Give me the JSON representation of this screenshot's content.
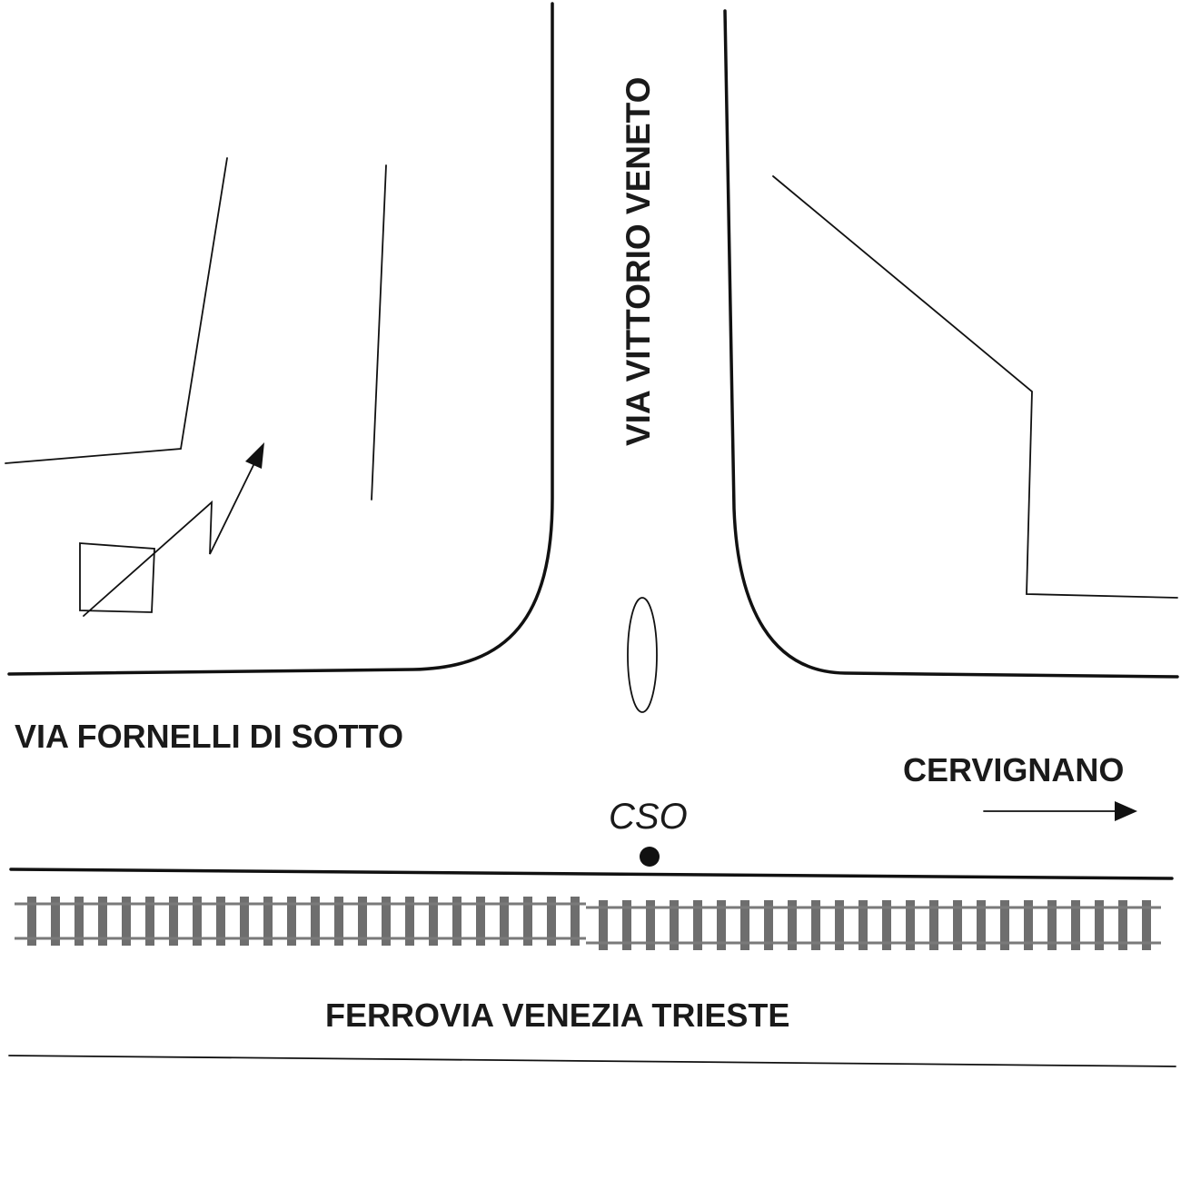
{
  "labels": {
    "via_vittorio_veneto": "VIA VITTORIO VENETO",
    "via_fornelli_di_sotto": "VIA FORNELLI DI SOTTO",
    "cervignano": "CERVIGNANO",
    "cso": "CSO",
    "ferrovia": "FERROVIA VENEZIA TRIESTE"
  },
  "colors": {
    "line": "#111111",
    "rail": "#7a7a7a",
    "tie": "#6e6e6e",
    "background": "#ffffff"
  }
}
